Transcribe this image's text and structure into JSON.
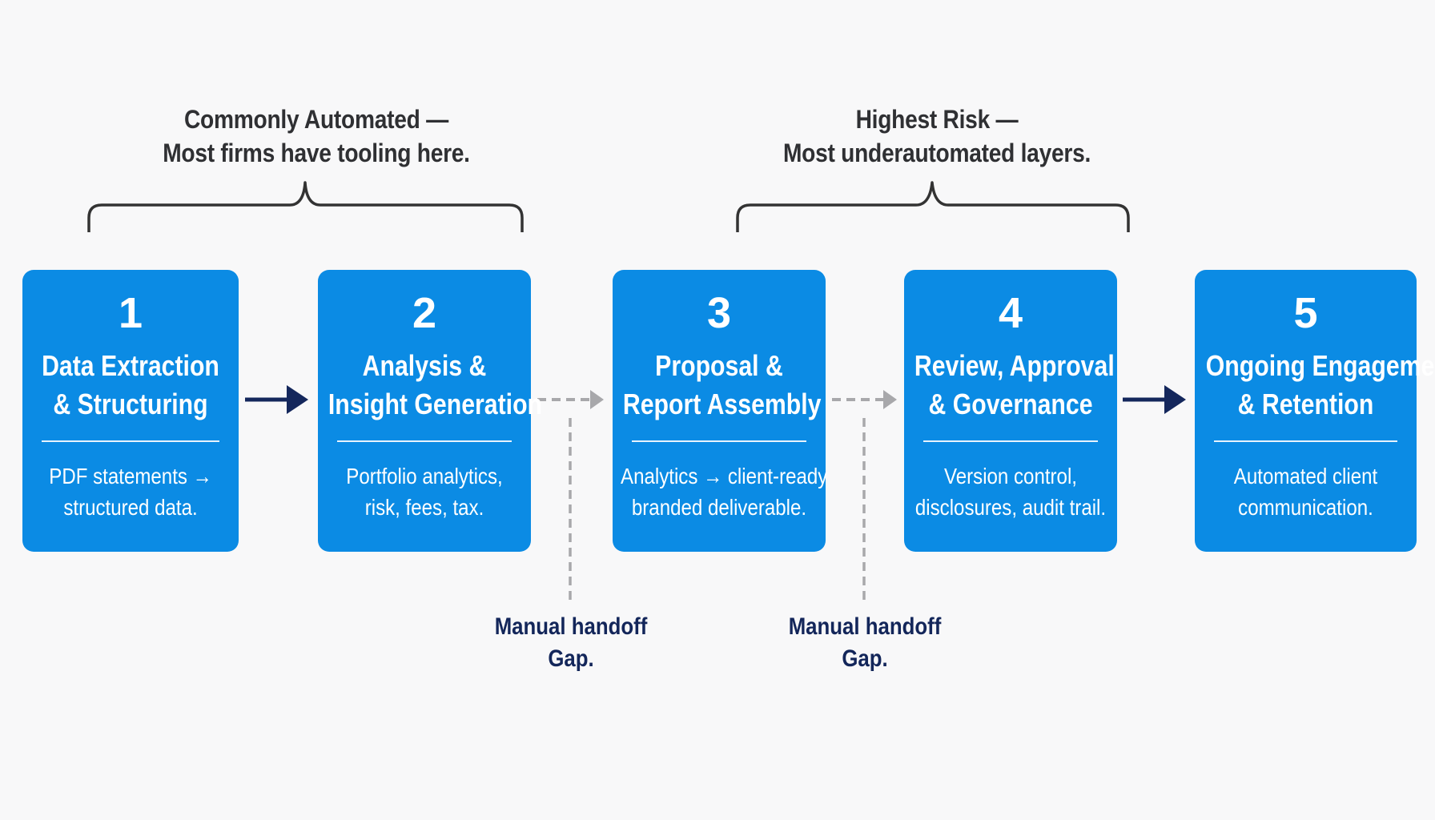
{
  "brackets": {
    "automated": {
      "line1": "Commonly Automated —",
      "line2": "Most firms have tooling here."
    },
    "risk": {
      "line1": "Highest Risk —",
      "line2": "Most underautomated layers."
    }
  },
  "steps": [
    {
      "number": "1",
      "title_line1": "Data Extraction",
      "title_line2": "& Structuring",
      "desc_line1": "PDF statements →",
      "desc_line2": "structured data."
    },
    {
      "number": "2",
      "title_line1": "Analysis &",
      "title_line2": "Insight Generation",
      "desc_line1": "Portfolio analytics,",
      "desc_line2": "risk, fees, tax."
    },
    {
      "number": "3",
      "title_line1": "Proposal &",
      "title_line2": "Report Assembly",
      "desc_line1": "Analytics → client-ready",
      "desc_line2": "branded deliverable."
    },
    {
      "number": "4",
      "title_line1": "Review, Approval",
      "title_line2": "& Governance",
      "desc_line1": "Version control,",
      "desc_line2": "disclosures, audit trail."
    },
    {
      "number": "5",
      "title_line1": "Ongoing Engagement",
      "title_line2": "& Retention",
      "desc_line1": "Automated client",
      "desc_line2": "communication."
    }
  ],
  "gaps": [
    {
      "line1": "Manual handoff",
      "line2": "Gap."
    },
    {
      "line1": "Manual handoff",
      "line2": "Gap."
    }
  ],
  "colors": {
    "box": "#0b8be4",
    "solid_arrow": "#14275c",
    "dashed_arrow": "#a8a8ab",
    "bracket": "#333333",
    "gap_text": "#13265a"
  }
}
